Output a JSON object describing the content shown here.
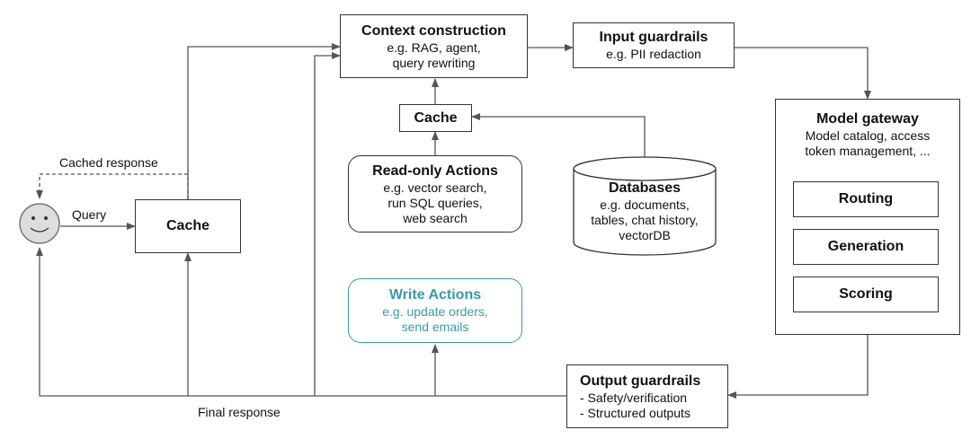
{
  "labels": {
    "cached_response": "Cached response",
    "query": "Query",
    "final_response": "Final response"
  },
  "cache_main": {
    "title": "Cache"
  },
  "cache_top": {
    "title": "Cache"
  },
  "context": {
    "title": "Context construction",
    "lines": [
      "e.g. RAG, agent,",
      "query rewriting"
    ]
  },
  "input_guardrails": {
    "title": "Input guardrails",
    "lines": [
      "e.g. PII redaction"
    ]
  },
  "model_gateway": {
    "title": "Model gateway",
    "lines": [
      "Model catalog, access",
      "token management, ..."
    ],
    "modules": [
      "Routing",
      "Generation",
      "Scoring"
    ]
  },
  "read_actions": {
    "title": "Read-only Actions",
    "lines": [
      "e.g. vector search,",
      "run SQL queries,",
      "web search"
    ]
  },
  "databases": {
    "title": "Databases",
    "lines": [
      "e.g. documents,",
      "tables, chat history,",
      "vectorDB"
    ]
  },
  "write_actions": {
    "title": "Write Actions",
    "lines": [
      "e.g. update orders,",
      "send emails"
    ]
  },
  "output_guardrails": {
    "title": "Output guardrails",
    "lines": [
      "- Safety/verification",
      "- Structured outputs"
    ]
  },
  "colors": {
    "line": "#555555",
    "face": "#dddddd",
    "teal": "#3a9aa6"
  }
}
